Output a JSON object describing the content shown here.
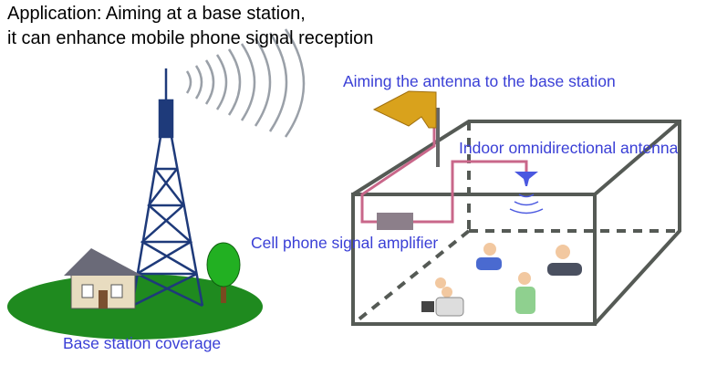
{
  "title_lines": [
    "Application: Aiming at a base station,",
    "it can enhance mobile phone signal reception"
  ],
  "labels": {
    "aiming": "Aiming the antenna to the base station",
    "indoor": "Indoor omnidirectional antenna",
    "amplifier": "Cell phone signal amplifier",
    "coverage": "Base station coverage"
  },
  "colors": {
    "label": "#3a3fd6",
    "cable": "#c9678a",
    "ground": "#1f8a1f",
    "box": "#555a55",
    "antenna": "#d9a21c"
  }
}
